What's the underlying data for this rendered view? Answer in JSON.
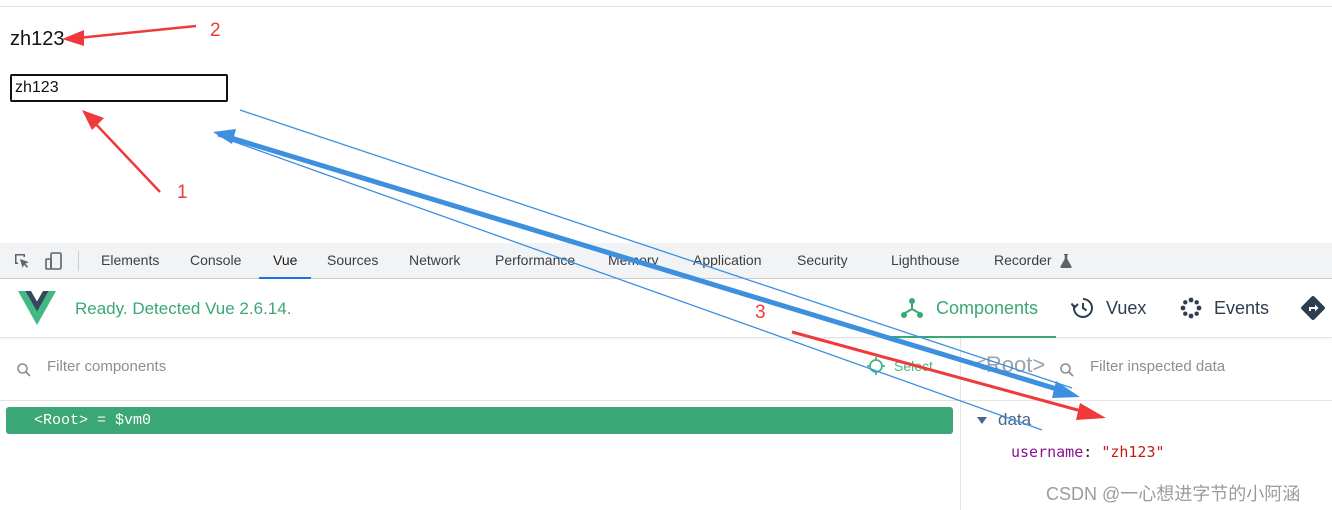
{
  "page": {
    "text_output": "zh123",
    "input_value": "zh123"
  },
  "devtools": {
    "tabs": [
      {
        "label": "Elements"
      },
      {
        "label": "Console"
      },
      {
        "label": "Vue"
      },
      {
        "label": "Sources"
      },
      {
        "label": "Network"
      },
      {
        "label": "Performance"
      },
      {
        "label": "Memory"
      },
      {
        "label": "Application"
      },
      {
        "label": "Security"
      },
      {
        "label": "Lighthouse"
      },
      {
        "label": "Recorder"
      }
    ],
    "active_tab": "Vue"
  },
  "vue_devtools": {
    "status": "Ready. Detected Vue 2.6.14.",
    "nav": [
      {
        "label": "Components",
        "icon": "components-icon"
      },
      {
        "label": "Vuex",
        "icon": "history-icon"
      },
      {
        "label": "Events",
        "icon": "events-icon"
      }
    ],
    "filter_components_placeholder": "Filter components",
    "select_label": "Select",
    "root_row": {
      "tag": "<Root>",
      "eq": " = ",
      "var": "$vm0"
    },
    "inspector": {
      "title": "<Root>",
      "filter_placeholder": "Filter inspected data",
      "section": "data",
      "prop_key": "username",
      "prop_value": "\"zh123\""
    }
  },
  "annotations": {
    "labels": [
      "2",
      "1",
      "3"
    ]
  },
  "watermark": "CSDN @一心想进字节的小阿涵",
  "colors": {
    "vue_green": "#3ba776",
    "annotation_red": "#f0393a",
    "annotation_blue": "#3d8fe0",
    "devtools_active_underline": "#1a73e8"
  }
}
